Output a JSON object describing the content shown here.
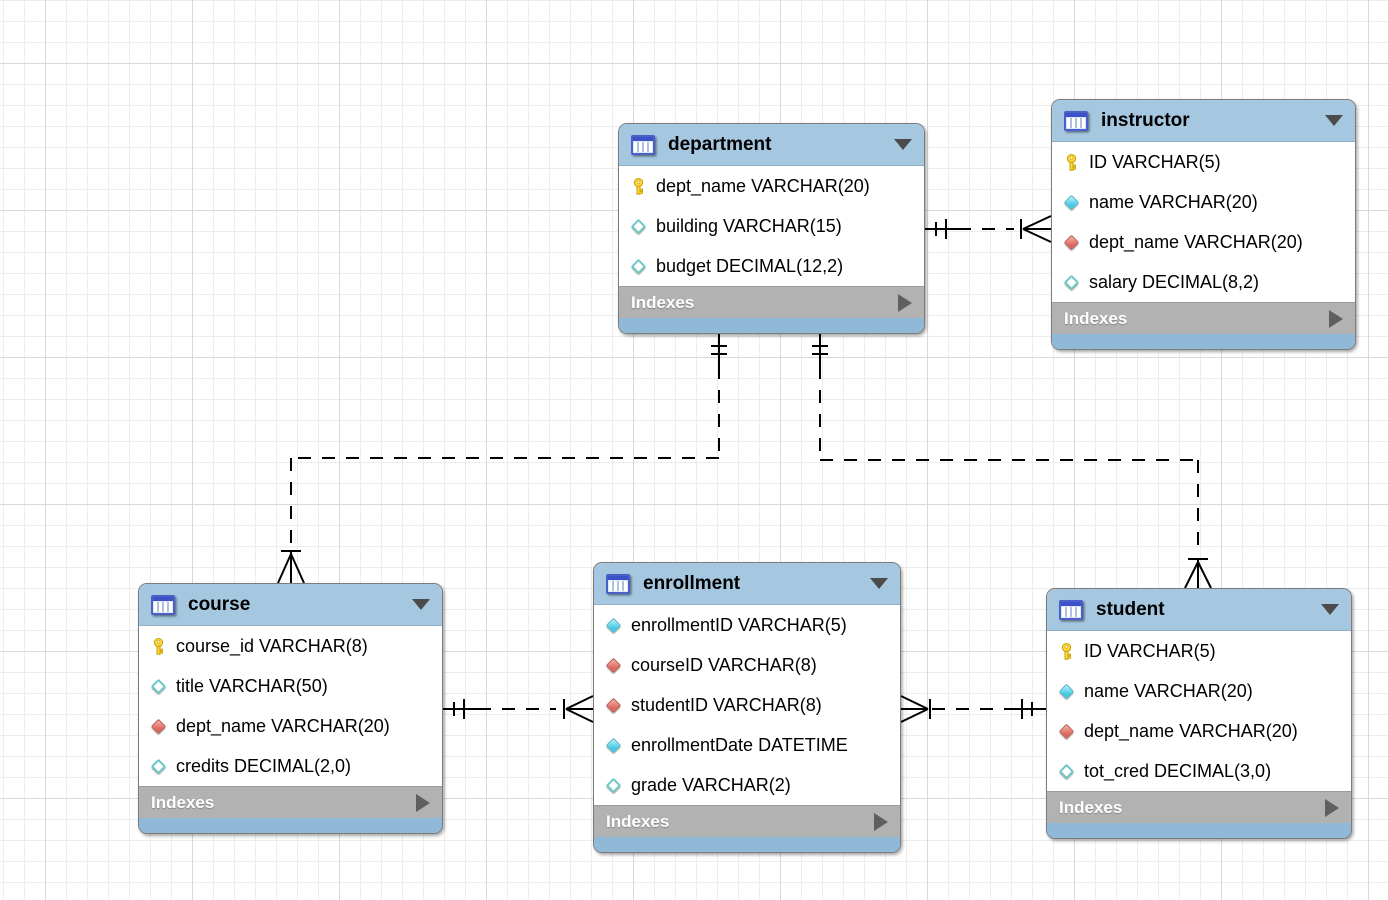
{
  "canvas": {
    "background": "#ffffff",
    "grid_minor_color": "#ededed",
    "grid_major_color": "#d9d9d9"
  },
  "colors": {
    "table_header_blue": "#a5c7e0",
    "table_bottom_strip_blue": "#8fb9d6",
    "indexes_bar_gray": "#b2b2b2",
    "primary_key_yellow": "#ffd73e",
    "foreign_key_diamond_red": "#dc675d",
    "not_null_diamond_cyan": "#41cbe5",
    "nullable_diamond_border_teal": "#6cc7c7",
    "relationship_line": "#000000"
  },
  "tables": [
    {
      "name": "department",
      "footer": "Indexes",
      "fields": [
        {
          "icon": "primary-key-icon",
          "text": "dept_name VARCHAR(20)"
        },
        {
          "icon": "nullable-diamond-icon",
          "text": "building VARCHAR(15)"
        },
        {
          "icon": "nullable-diamond-icon",
          "text": "budget DECIMAL(12,2)"
        }
      ]
    },
    {
      "name": "instructor",
      "footer": "Indexes",
      "fields": [
        {
          "icon": "primary-key-icon",
          "text": "ID VARCHAR(5)"
        },
        {
          "icon": "not-null-diamond-icon",
          "text": "name VARCHAR(20)"
        },
        {
          "icon": "foreign-key-diamond-icon",
          "text": "dept_name VARCHAR(20)"
        },
        {
          "icon": "nullable-diamond-icon",
          "text": "salary DECIMAL(8,2)"
        }
      ]
    },
    {
      "name": "course",
      "footer": "Indexes",
      "fields": [
        {
          "icon": "primary-key-icon",
          "text": "course_id VARCHAR(8)"
        },
        {
          "icon": "nullable-diamond-icon",
          "text": "title VARCHAR(50)"
        },
        {
          "icon": "foreign-key-diamond-icon",
          "text": "dept_name VARCHAR(20)"
        },
        {
          "icon": "nullable-diamond-icon",
          "text": "credits DECIMAL(2,0)"
        }
      ]
    },
    {
      "name": "enrollment",
      "footer": "Indexes",
      "fields": [
        {
          "icon": "not-null-diamond-icon",
          "text": "enrollmentID VARCHAR(5)"
        },
        {
          "icon": "foreign-key-diamond-icon",
          "text": "courseID VARCHAR(8)"
        },
        {
          "icon": "foreign-key-diamond-icon",
          "text": "studentID VARCHAR(8)"
        },
        {
          "icon": "not-null-diamond-icon",
          "text": "enrollmentDate DATETIME"
        },
        {
          "icon": "nullable-diamond-icon",
          "text": "grade VARCHAR(2)"
        }
      ]
    },
    {
      "name": "student",
      "footer": "Indexes",
      "fields": [
        {
          "icon": "primary-key-icon",
          "text": "ID VARCHAR(5)"
        },
        {
          "icon": "not-null-diamond-icon",
          "text": "name VARCHAR(20)"
        },
        {
          "icon": "foreign-key-diamond-icon",
          "text": "dept_name VARCHAR(20)"
        },
        {
          "icon": "nullable-diamond-icon",
          "text": "tot_cred DECIMAL(3,0)"
        }
      ]
    }
  ],
  "relationships": [
    {
      "from": "department",
      "from_cardinality": "one",
      "to": "instructor",
      "to_cardinality": "many",
      "style": "dashed"
    },
    {
      "from": "department",
      "from_cardinality": "one",
      "to": "course",
      "to_cardinality": "many",
      "style": "dashed"
    },
    {
      "from": "department",
      "from_cardinality": "one",
      "to": "student",
      "to_cardinality": "many",
      "style": "dashed"
    },
    {
      "from": "course",
      "from_cardinality": "one",
      "to": "enrollment",
      "to_cardinality": "many",
      "style": "dashed"
    },
    {
      "from": "student",
      "from_cardinality": "one",
      "to": "enrollment",
      "to_cardinality": "many",
      "style": "dashed"
    }
  ]
}
